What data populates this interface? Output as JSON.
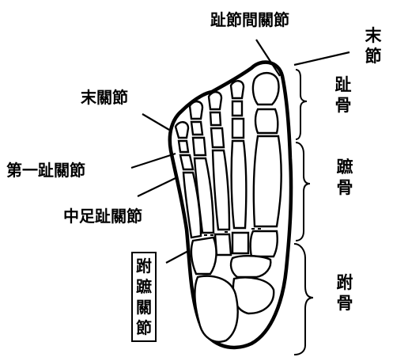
{
  "labels": {
    "interphalangeal_joint": "趾節間關節",
    "distal_phalanx": "末節",
    "distal_joint": "末關節",
    "first_toe_joint": "第一趾關節",
    "middle_toe_joint": "中足趾關節",
    "tarsometatarsal_joint": "跗蹠關節",
    "toe_bones": "趾骨",
    "metatarsal_bones": "蹠骨",
    "tarsal_bones": "跗骨"
  }
}
